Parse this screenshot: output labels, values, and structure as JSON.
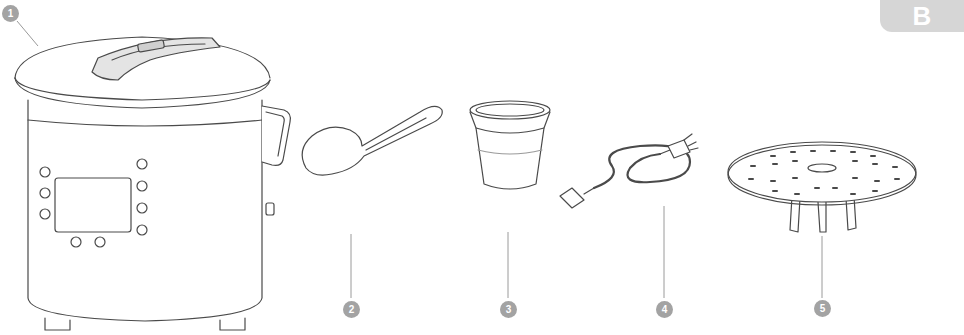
{
  "diagram": {
    "nodes": [
      {
        "text": [
          "B"
        ]
      }
    ],
    "labels": [
      "1",
      "2",
      "3",
      "4",
      "5"
    ]
  }
}
